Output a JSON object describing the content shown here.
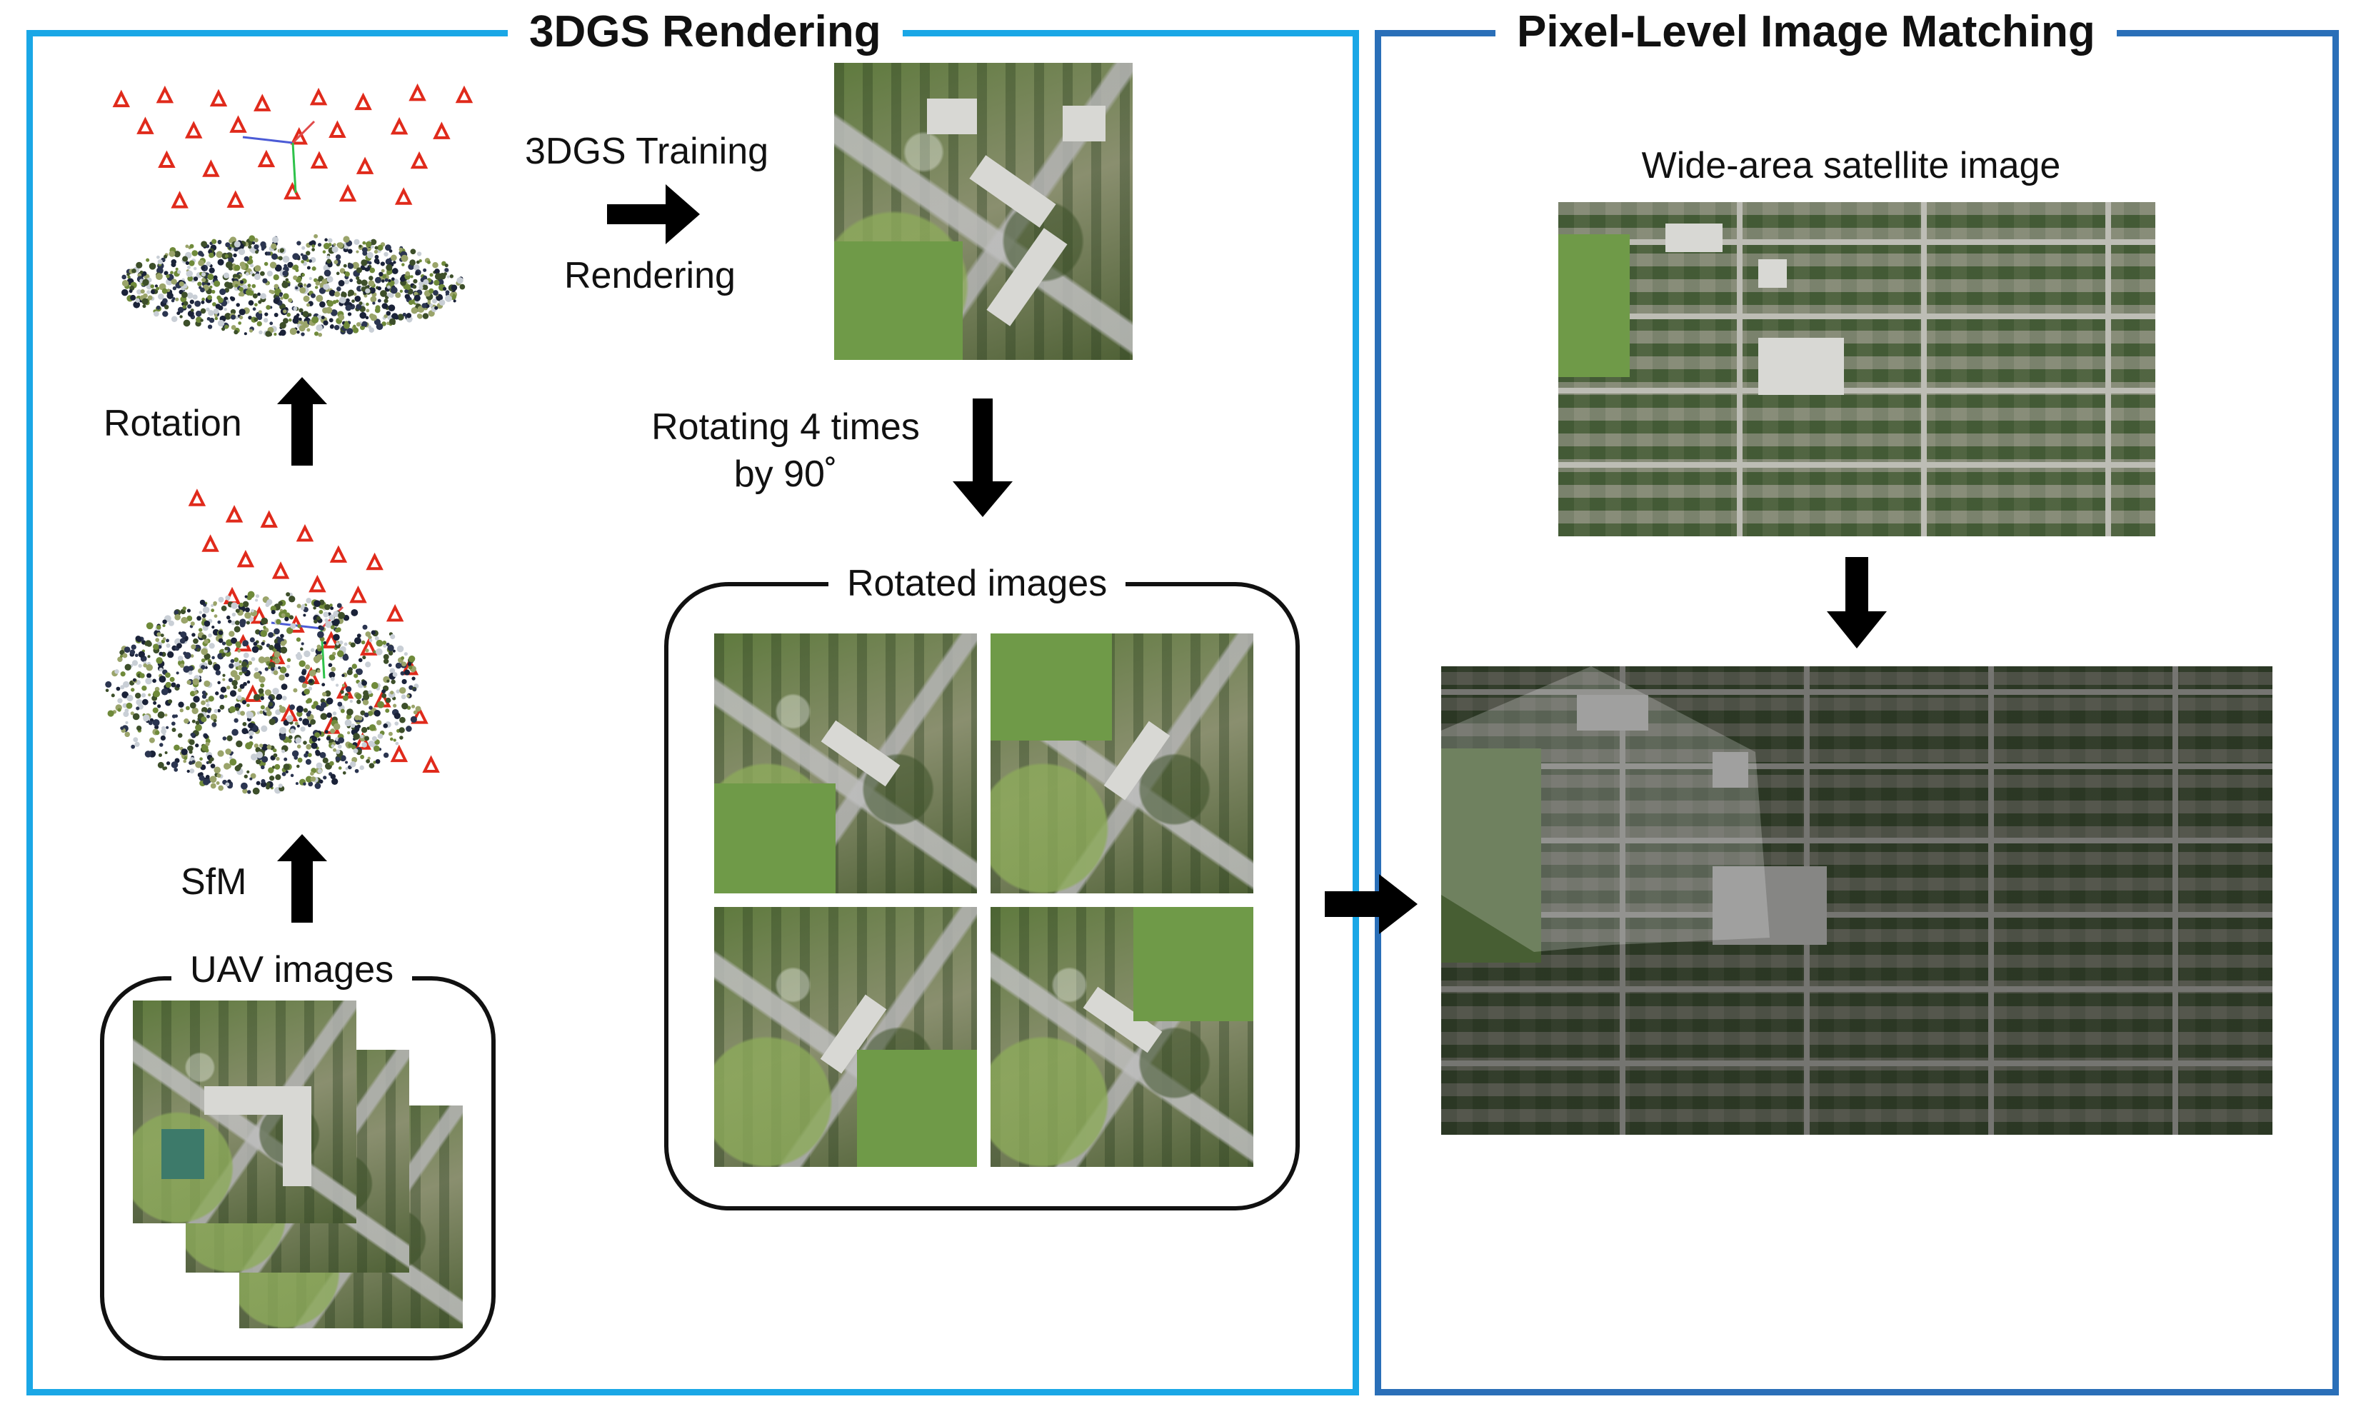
{
  "panels": {
    "left_title": "3DGS Rendering",
    "right_title": "Pixel-Level Image Matching"
  },
  "labels": {
    "rotation": "Rotation",
    "sfm": "SfM",
    "uav_images": "UAV images",
    "training": "3DGS Training",
    "rendering": "Rendering",
    "rotating_line1": "Rotating 4 times",
    "rotating_line2": "by 90˚",
    "rotated_images": "Rotated images",
    "satellite": "Wide-area satellite image"
  },
  "colors": {
    "left_panel_border": "#1aa7e6",
    "right_panel_border": "#2a6fb8",
    "camera_frustum": "#e02a1b",
    "arrow": "#000000"
  },
  "icons": [
    "arrow-up-icon",
    "arrow-right-icon",
    "arrow-down-icon",
    "camera-frustum-icon",
    "axis-gizmo-icon"
  ]
}
